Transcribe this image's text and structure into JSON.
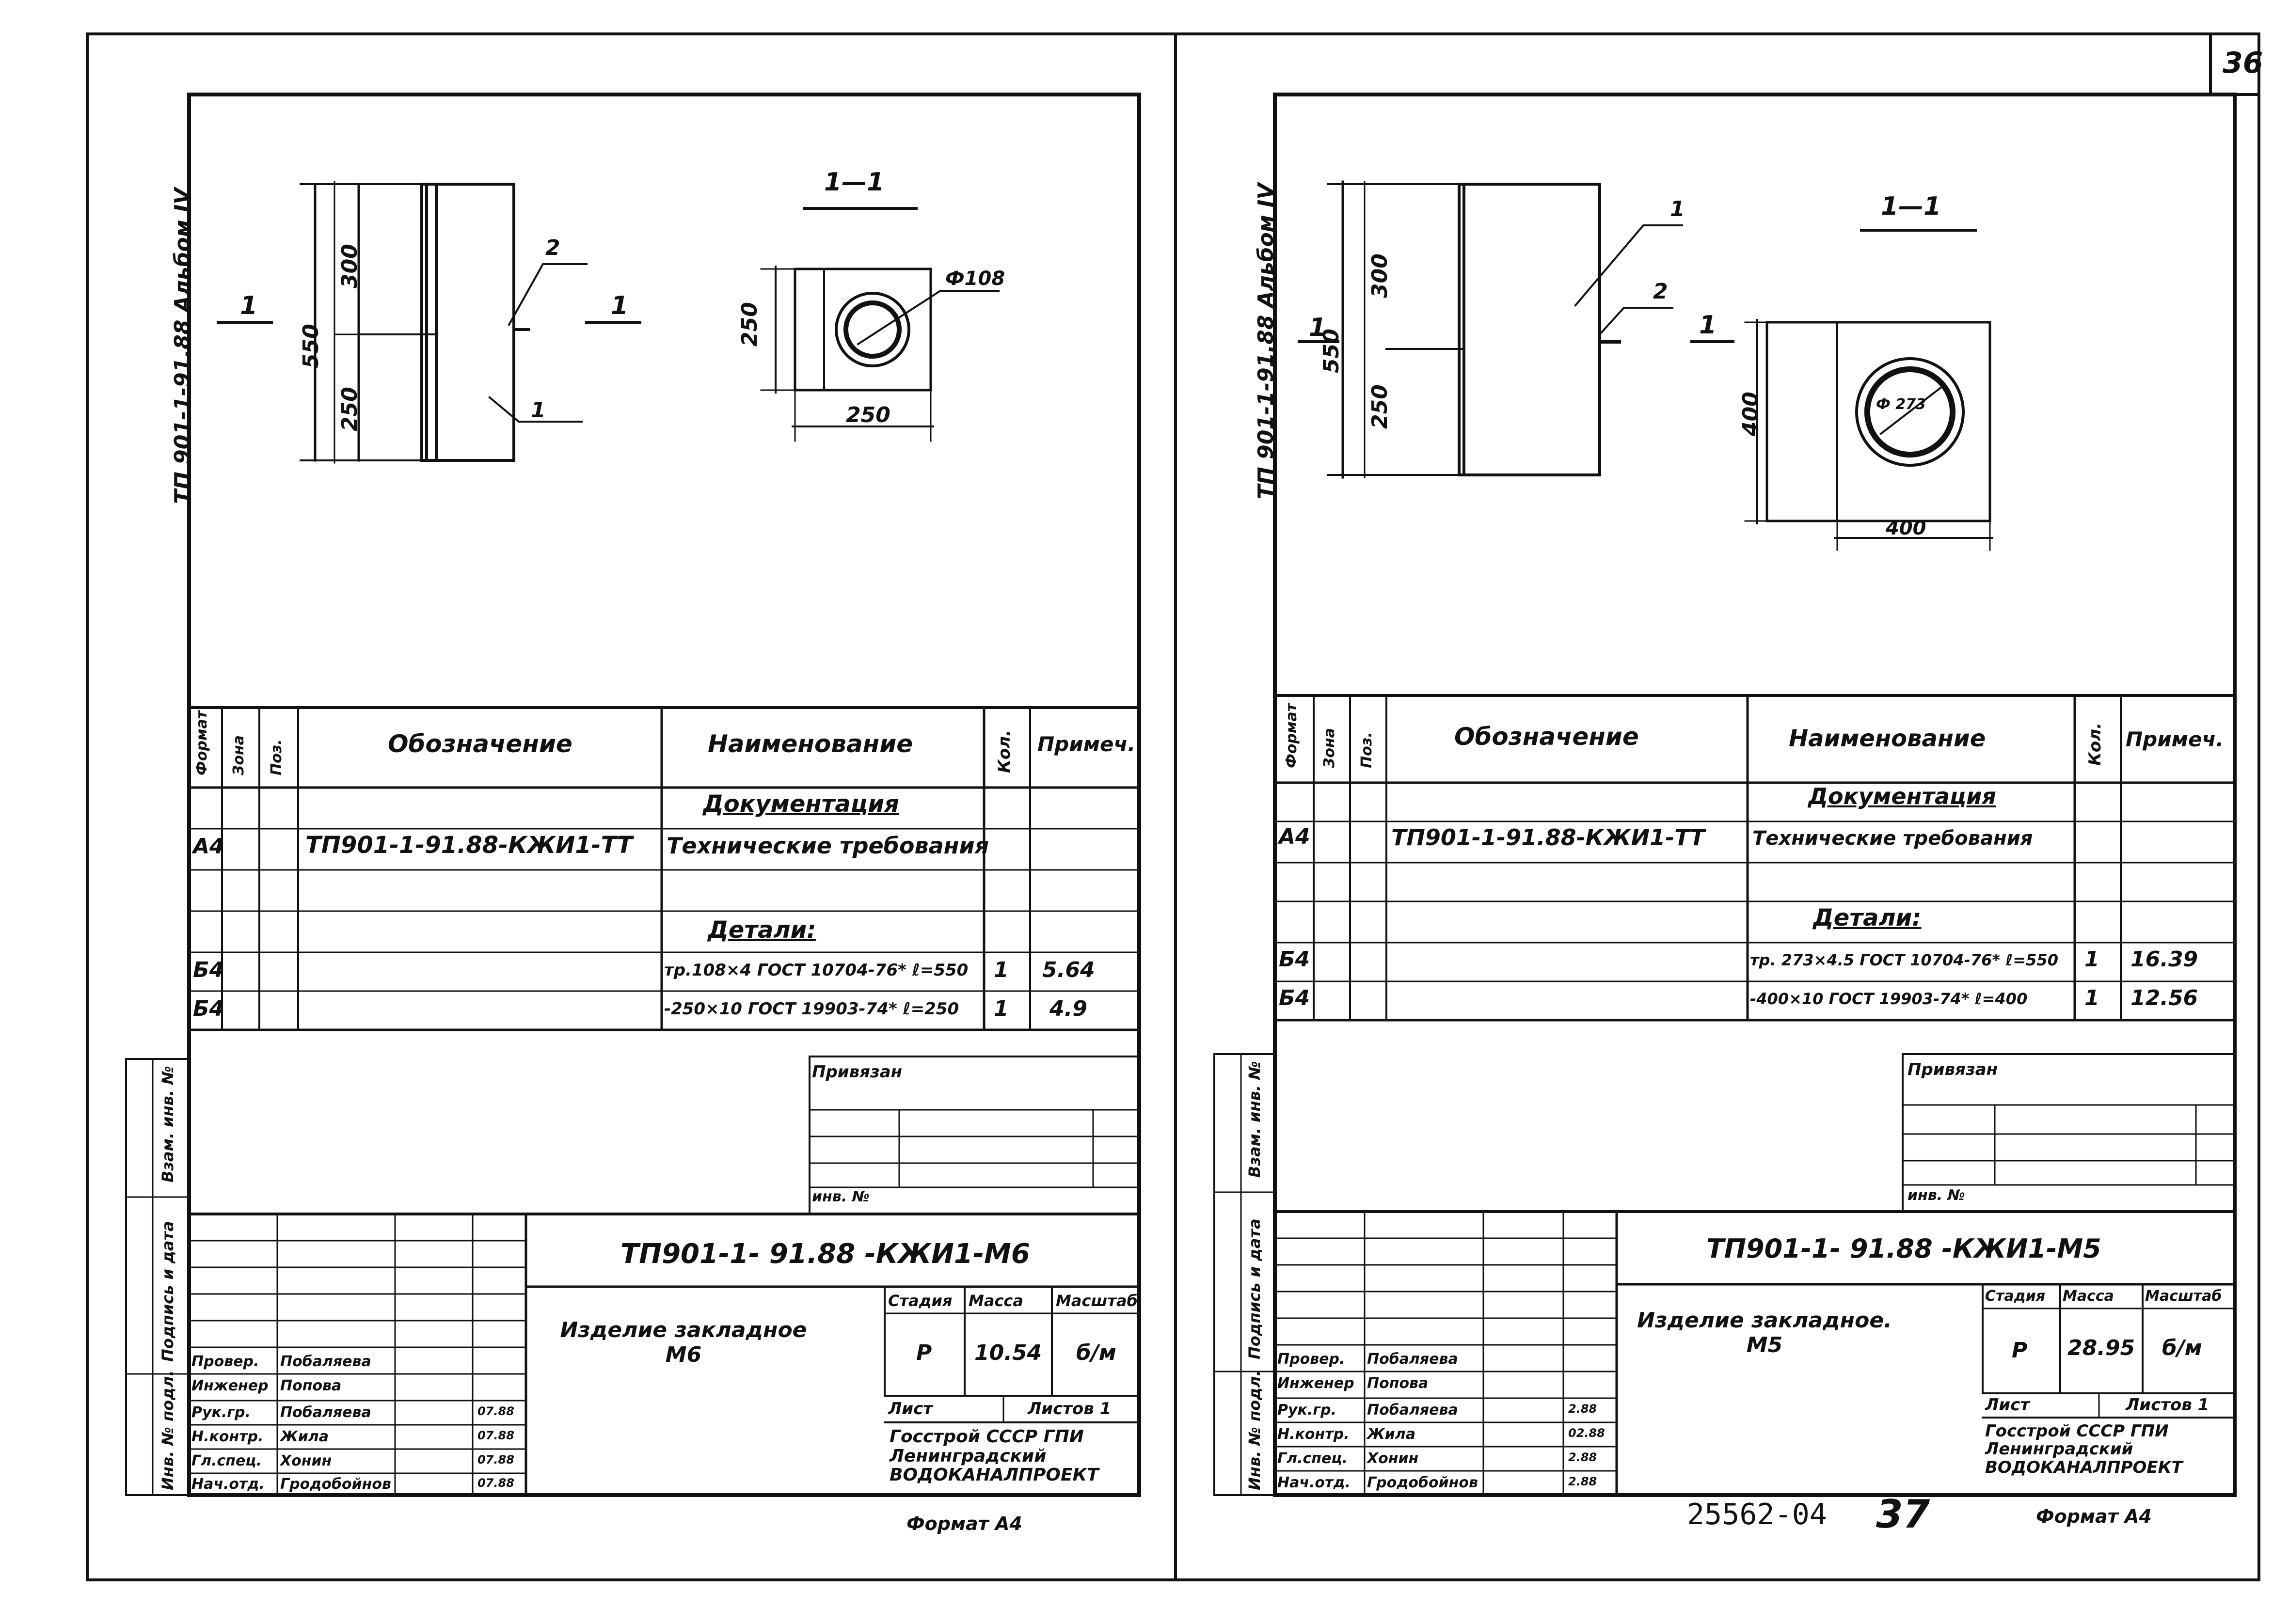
{
  "sheet_number": "36",
  "bottom_code": "25562-04",
  "bottom_page": "37",
  "left": {
    "album_ref": "ТП 901-1-91.88 Альбом IV",
    "section_title": "1—1",
    "section_mark": "1",
    "dims": {
      "total": "550",
      "upper": "300",
      "lower": "250",
      "pipe_dia": "Ф108",
      "plate_h": "250",
      "plate_w": "250"
    },
    "callouts": {
      "c1": "1",
      "c2": "2"
    },
    "spec": {
      "headers": {
        "format": "Формат",
        "zone": "Зона",
        "pos": "Поз.",
        "designation": "Обозначение",
        "name": "Наименование",
        "qty": "Кол.",
        "note": "Примеч."
      },
      "rows": [
        {
          "format": "",
          "designation": "",
          "name": "Документация",
          "qty": "",
          "note": "",
          "underline": true
        },
        {
          "format": "А4",
          "designation": "ТП901-1-91.88-КЖИ1-ТТ",
          "name": "Технические требования",
          "qty": "",
          "note": ""
        },
        {
          "format": "",
          "designation": "",
          "name": "",
          "qty": "",
          "note": ""
        },
        {
          "format": "",
          "designation": "",
          "name": "Детали:",
          "qty": "",
          "note": "",
          "underline": true
        },
        {
          "format": "Б4",
          "designation": "",
          "name": "тр.108×4 ГОСТ 10704-76* ℓ=550",
          "qty": "1",
          "note": "5.64"
        },
        {
          "format": "Б4",
          "designation": "",
          "name": "-250×10 ГОСТ 19903-74* ℓ=250",
          "qty": "1",
          "note": "4.9"
        }
      ]
    },
    "title_block": {
      "privyazan": "Привязан",
      "inv_no": "инв. №",
      "code": "ТП901-1- 91.88 -КЖИ1-М6",
      "item_name": "Изделие закладное М6",
      "stage_hdr": "Стадия",
      "mass_hdr": "Масса",
      "scale_hdr": "Масштаб",
      "stage": "Р",
      "mass": "10.54",
      "scale": "б/м",
      "sheet_lbl": "Лист",
      "sheets_lbl": "Листов 1",
      "org": "Госстрой СССР ГПИ Ленинградский ВОДОКАНАЛПРОЕКТ",
      "roles": [
        {
          "role": "Провер.",
          "name": "Побаляева",
          "date": ""
        },
        {
          "role": "Инженер",
          "name": "Попова",
          "date": ""
        },
        {
          "role": "Рук.гр.",
          "name": "Побаляева",
          "date": "07.88"
        },
        {
          "role": "Н.контр.",
          "name": "Жила",
          "date": "07.88"
        },
        {
          "role": "Гл.спец.",
          "name": "Хонин",
          "date": "07.88"
        },
        {
          "role": "Нач.отд.",
          "name": "Гродобойнов",
          "date": "07.88"
        }
      ],
      "format": "Формат А4"
    },
    "side_stamps": [
      "Взам. инв. №",
      "Подпись и дата",
      "Инв. № подл."
    ]
  },
  "right": {
    "album_ref": "ТП 901-1-91.88 Альбом IV",
    "section_title": "1—1",
    "section_mark": "1",
    "dims": {
      "total": "550",
      "upper": "300",
      "lower": "250",
      "pipe_dia": "Ф 273",
      "plate_h": "400",
      "plate_w": "400"
    },
    "callouts": {
      "c1": "1",
      "c2": "2"
    },
    "spec": {
      "headers": {
        "format": "Формат",
        "zone": "Зона",
        "pos": "Поз.",
        "designation": "Обозначение",
        "name": "Наименование",
        "qty": "Кол.",
        "note": "Примеч."
      },
      "rows": [
        {
          "format": "",
          "designation": "",
          "name": "Документация",
          "qty": "",
          "note": "",
          "underline": true
        },
        {
          "format": "А4",
          "designation": "ТП901-1-91.88-КЖИ1-ТТ",
          "name": "Технические требования",
          "qty": "",
          "note": ""
        },
        {
          "format": "",
          "designation": "",
          "name": "",
          "qty": "",
          "note": ""
        },
        {
          "format": "",
          "designation": "",
          "name": "Детали:",
          "qty": "",
          "note": "",
          "underline": true
        },
        {
          "format": "Б4",
          "designation": "",
          "name": "тр. 273×4.5 ГОСТ 10704-76* ℓ=550",
          "qty": "1",
          "note": "16.39"
        },
        {
          "format": "Б4",
          "designation": "",
          "name": "-400×10 ГОСТ 19903-74* ℓ=400",
          "qty": "1",
          "note": "12.56"
        }
      ]
    },
    "title_block": {
      "privyazan": "Привязан",
      "inv_no": "инв. №",
      "code": "ТП901-1- 91.88 -КЖИ1-М5",
      "item_name": "Изделие закладное. М5",
      "stage_hdr": "Стадия",
      "mass_hdr": "Масса",
      "scale_hdr": "Масштаб",
      "stage": "Р",
      "mass": "28.95",
      "scale": "б/м",
      "sheet_lbl": "Лист",
      "sheets_lbl": "Листов 1",
      "org": "Госстрой СССР ГПИ Ленинградский ВОДОКАНАЛПРОЕКТ",
      "roles": [
        {
          "role": "Провер.",
          "name": "Побаляева",
          "date": ""
        },
        {
          "role": "Инженер",
          "name": "Попова",
          "date": ""
        },
        {
          "role": "Рук.гр.",
          "name": "Побаляева",
          "date": "2.88"
        },
        {
          "role": "Н.контр.",
          "name": "Жила",
          "date": "02.88"
        },
        {
          "role": "Гл.спец.",
          "name": "Хонин",
          "date": "2.88"
        },
        {
          "role": "Нач.отд.",
          "name": "Гродобойнов",
          "date": "2.88"
        }
      ],
      "format": "Формат А4"
    },
    "side_stamps": [
      "Взам. инв. №",
      "Подпись и дата",
      "Инв. № подл."
    ]
  }
}
